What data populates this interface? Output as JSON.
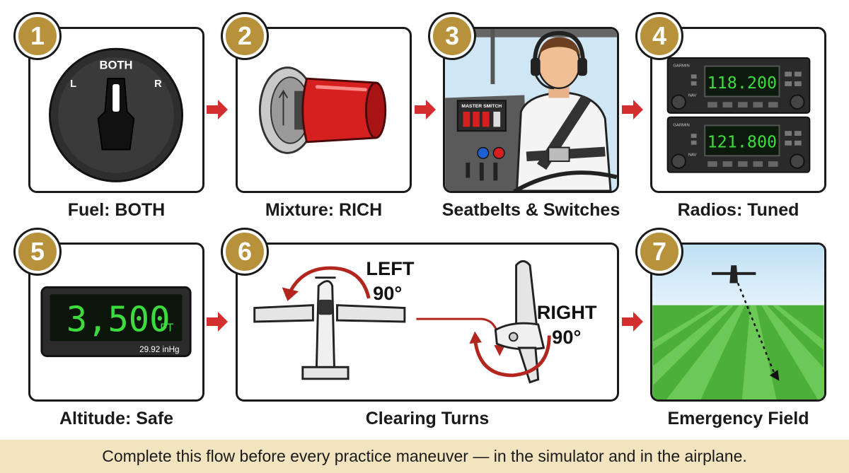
{
  "steps": [
    {
      "number": "1",
      "caption": "Fuel: BOTH"
    },
    {
      "number": "2",
      "caption": "Mixture: RICH"
    },
    {
      "number": "3",
      "caption": "Seatbelts & Switches"
    },
    {
      "number": "4",
      "caption": "Radios: Tuned"
    },
    {
      "number": "5",
      "caption": "Altitude: Safe"
    },
    {
      "number": "6",
      "caption": "Clearing Turns"
    },
    {
      "number": "7",
      "caption": "Emergency Field"
    }
  ],
  "fuel_selector": {
    "left": "L",
    "both": "BOTH",
    "right": "R"
  },
  "panel": {
    "master_switch": "MASTER SMITCH"
  },
  "radios": [
    {
      "brand": "GARMIN",
      "band": "NAV",
      "frequency": "118.200"
    },
    {
      "brand": "GARMIN",
      "band": "NAV",
      "frequency": "121.800"
    }
  ],
  "altimeter": {
    "reading": "3,500",
    "unit": "FT",
    "setting": "29.92 inHg"
  },
  "turns": {
    "left_word": "LEFT",
    "left_deg": "90°",
    "right_word": "RIGHT",
    "right_deg": "90°"
  },
  "colors": {
    "badge_gold": "#b8913b",
    "arrow_red": "#d32f2f",
    "lcd_green": "#3ddc3d",
    "footer_bg": "#f2e4bf"
  },
  "footer": "Complete this flow before every practice maneuver — in the simulator and in the airplane."
}
